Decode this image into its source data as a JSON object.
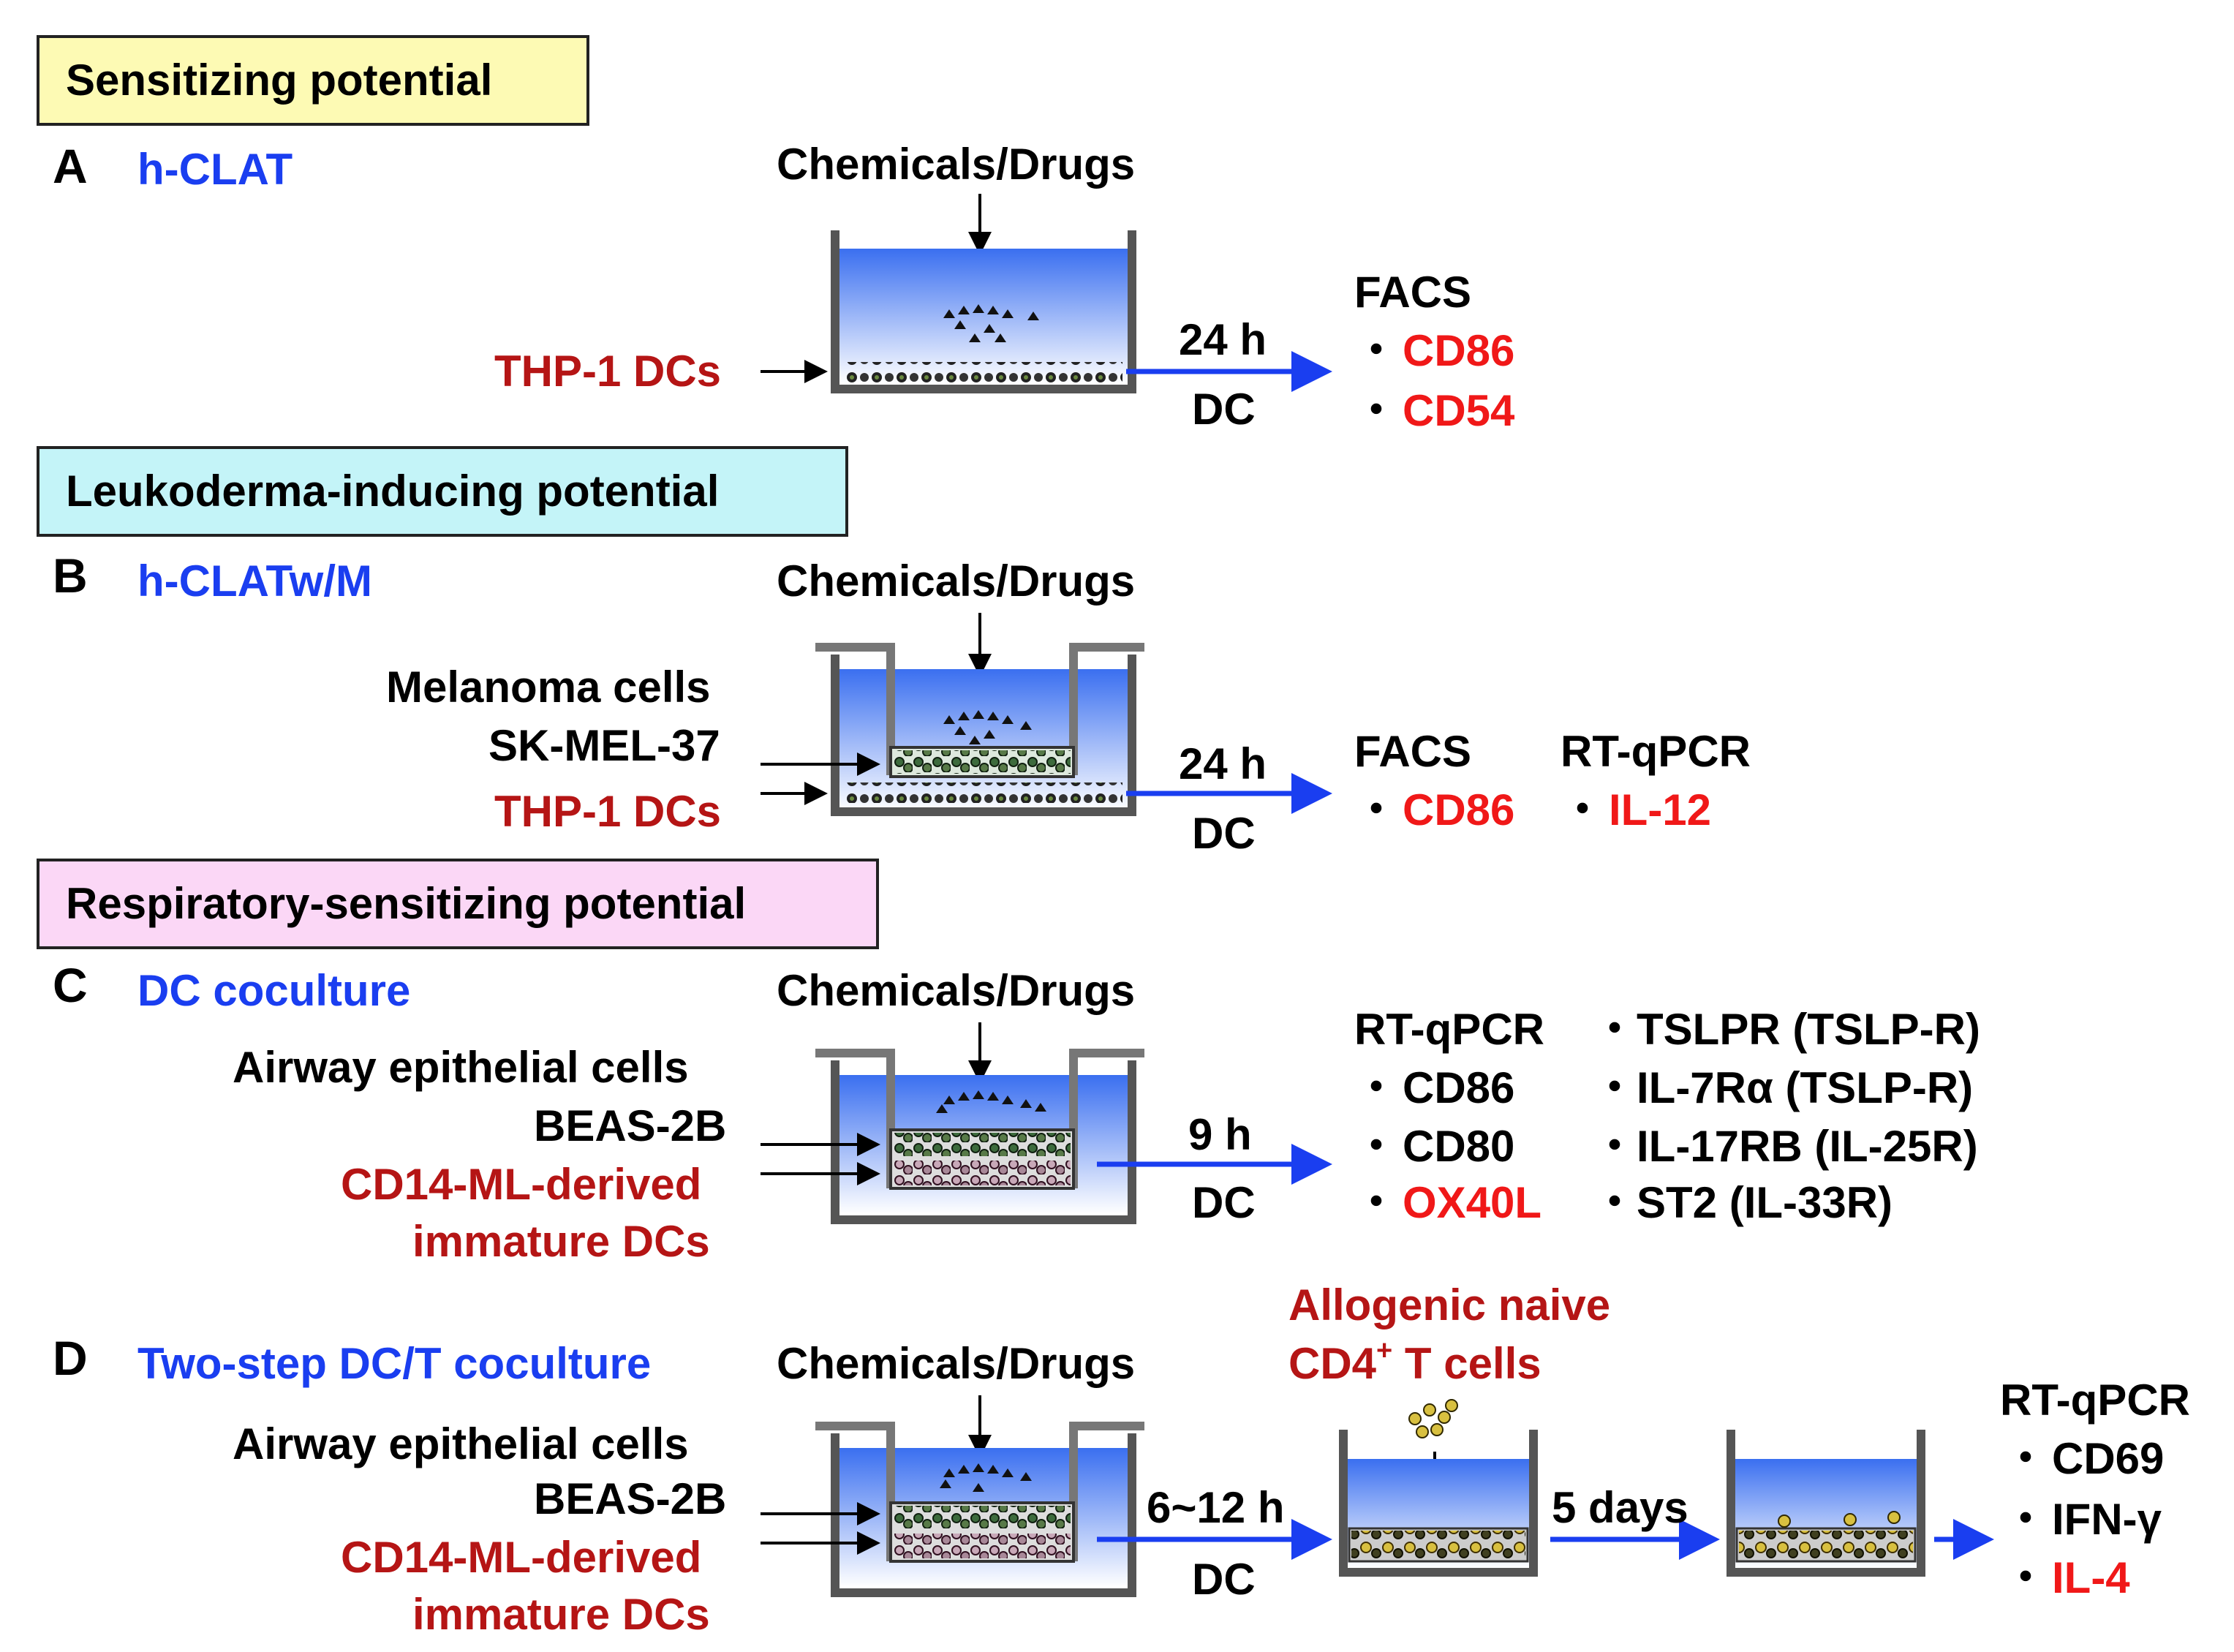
{
  "colors": {
    "blue_text": "#1a3ef0",
    "dark_red_text": "#b51515",
    "red_text": "#f01818",
    "banner_sensitizing": "#fdfab4",
    "banner_leukoderma": "#c4f4f8",
    "banner_respiratory": "#fbd7f6",
    "arrow_blue": "#1a3ef0",
    "medium_top": "#3a6ff0",
    "well_gray": "#555555"
  },
  "sectionA": {
    "banner": "Sensitizing potential",
    "letter": "A",
    "assay": "h-CLAT",
    "chemicals": "Chemicals/Drugs",
    "cells": "THP-1 DCs",
    "time": "24 h",
    "dc": "DC",
    "method": "FACS",
    "bullet": "・",
    "markers": [
      "CD86",
      "CD54"
    ]
  },
  "sectionB": {
    "banner": "Leukoderma-inducing potential",
    "letter": "B",
    "assay": "h-CLATw/M",
    "chemicals": "Chemicals/Drugs",
    "cells_top_1": "Melanoma cells",
    "cells_top_2": "SK-MEL-37",
    "cells_bottom": "THP-1 DCs",
    "time": "24 h",
    "dc": "DC",
    "method1": "FACS",
    "method2": "RT-qPCR",
    "bullet": "・",
    "marker1": "CD86",
    "marker2": "IL-12"
  },
  "sectionC": {
    "banner": "Respiratory-sensitizing potential",
    "letter": "C",
    "assay": "DC coculture",
    "chemicals": "Chemicals/Drugs",
    "cells_top_1": "Airway epithelial cells",
    "cells_top_2": "BEAS-2B",
    "cells_bottom_1": "CD14-ML-derived",
    "cells_bottom_2": "immature DCs",
    "time": "9 h",
    "dc": "DC",
    "method": "RT-qPCR",
    "bullet": "・",
    "markers_left": [
      "CD86",
      "CD80",
      "OX40L"
    ],
    "markers_right": [
      "TSLPR (TSLP-R)",
      "IL-7Rα (TSLP-R)",
      "IL-17RB (IL-25R)",
      "ST2 (IL-33R)"
    ]
  },
  "sectionD": {
    "letter": "D",
    "assay": "Two-step DC/T coculture",
    "chemicals": "Chemicals/Drugs",
    "cells_top_1": "Airway epithelial cells",
    "cells_top_2": "BEAS-2B",
    "cells_bottom_1": "CD14-ML-derived",
    "cells_bottom_2": "immature DCs",
    "tcells_1": "Allogenic naive",
    "tcells_2_main": "CD4",
    "tcells_2_sup": "+",
    "tcells_2_rest": " T cells",
    "time1": "6~12 h",
    "dc": "DC",
    "time2": "5 days",
    "method": "RT-qPCR",
    "bullet": "・",
    "markers": [
      "CD69",
      "IFN-γ",
      "IL-4"
    ]
  }
}
